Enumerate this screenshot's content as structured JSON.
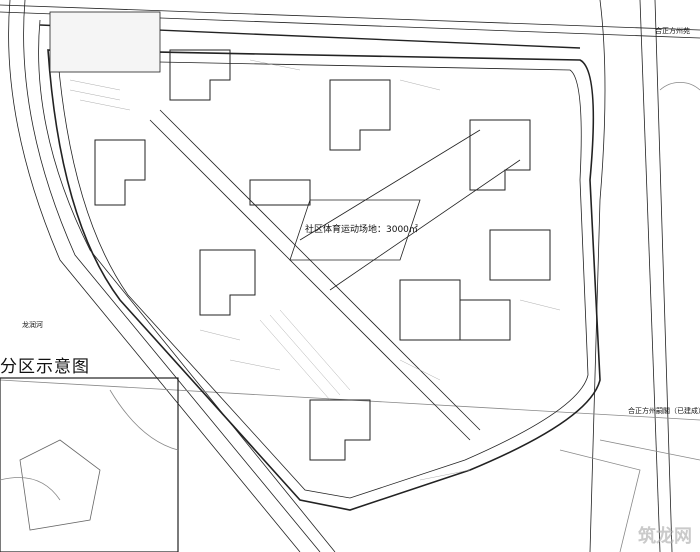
{
  "labels": {
    "sports_field": "社区体育运动场地：3000㎡",
    "zoning_diagram": "分区示意图",
    "river": "龙润河",
    "neighbor_west": "合正方州嗣閣（已建成）",
    "neighbor_ne": "合正方州苑"
  },
  "watermark": "筑龙网"
}
